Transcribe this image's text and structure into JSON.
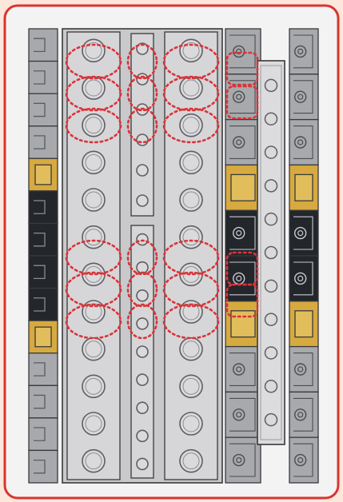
{
  "diagram": {
    "colors": {
      "background": "#fbe7dc",
      "frame_border": "#d9352f",
      "plate_fill": "#c9c9cb",
      "beam_fill": "#d6d6d8",
      "outline": "#3a3a3c",
      "hole_ring": "#5f5f63",
      "hole_fill": "#dadadc",
      "connector_gray": "#a7a9ad",
      "connector_dark": "#23262b",
      "connector_yellow": "#d7aa3f",
      "highlight": "#d9343a"
    },
    "left_column": {
      "segments": [
        {
          "kind": "gray",
          "count": 4
        },
        {
          "kind": "yellow",
          "count": 1
        },
        {
          "kind": "dark",
          "count": 4
        },
        {
          "kind": "yellow",
          "count": 1
        },
        {
          "kind": "gray",
          "count": 4
        }
      ]
    },
    "main_plate": {
      "left_hole_column": {
        "holes": 12
      },
      "center_strip_top": {
        "holes": 6
      },
      "center_strip_bottom": {
        "holes": 9
      },
      "right_hole_column": {
        "holes": 12
      }
    },
    "right_columns": {
      "pattern": [
        "gray",
        "gray",
        "gray",
        "yellow",
        "dark",
        "dark",
        "yellow",
        "gray",
        "gray",
        "gray"
      ]
    },
    "overlay_beam": {
      "holes": 11
    },
    "highlight_groups": [
      {
        "group": "upper",
        "rows": 3
      },
      {
        "group": "lower",
        "rows": 3
      }
    ]
  }
}
